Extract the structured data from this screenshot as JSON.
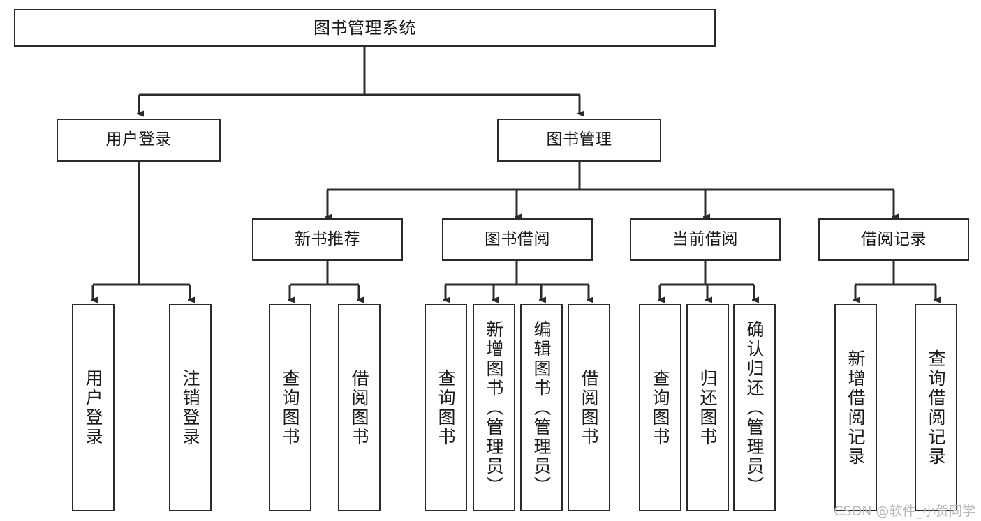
{
  "diagram": {
    "type": "tree-hierarchy",
    "title": "图书管理系统",
    "stroke_color": "#2b2b2b",
    "fill_color": "#ffffff",
    "text_color": "#1a1a1a"
  },
  "root": {
    "label": "图书管理系统"
  },
  "level1": [
    {
      "id": "user-login",
      "label": "用户登录"
    },
    {
      "id": "book-management",
      "label": "图书管理"
    }
  ],
  "level2": [
    {
      "id": "new-book-recommend",
      "label": "新书推荐"
    },
    {
      "id": "book-borrow",
      "label": "图书借阅"
    },
    {
      "id": "current-borrow",
      "label": "当前借阅"
    },
    {
      "id": "borrow-record",
      "label": "借阅记录"
    }
  ],
  "leaves": {
    "user_login": [
      {
        "id": "leaf-user-login",
        "label": "用户登录"
      },
      {
        "id": "leaf-logout",
        "label": "注销登录"
      }
    ],
    "new_book_recommend": [
      {
        "id": "leaf-query-book-1",
        "label": "查询图书"
      },
      {
        "id": "leaf-borrow-book-1",
        "label": "借阅图书"
      }
    ],
    "book_borrow": [
      {
        "id": "leaf-query-book-2",
        "label": "查询图书"
      },
      {
        "id": "leaf-add-book",
        "label": "新增图书（管理员）"
      },
      {
        "id": "leaf-edit-book",
        "label": "编辑图书（管理员）"
      },
      {
        "id": "leaf-borrow-book-2",
        "label": "借阅图书"
      }
    ],
    "current_borrow": [
      {
        "id": "leaf-query-book-3",
        "label": "查询图书"
      },
      {
        "id": "leaf-return-book",
        "label": "归还图书"
      },
      {
        "id": "leaf-confirm-return",
        "label": "确认归还（管理员）"
      }
    ],
    "borrow_record": [
      {
        "id": "leaf-add-record",
        "label": "新增借阅记录"
      },
      {
        "id": "leaf-query-record",
        "label": "查询借阅记录"
      }
    ]
  },
  "watermark": {
    "text": "CSDN @软件_小贺同学"
  }
}
